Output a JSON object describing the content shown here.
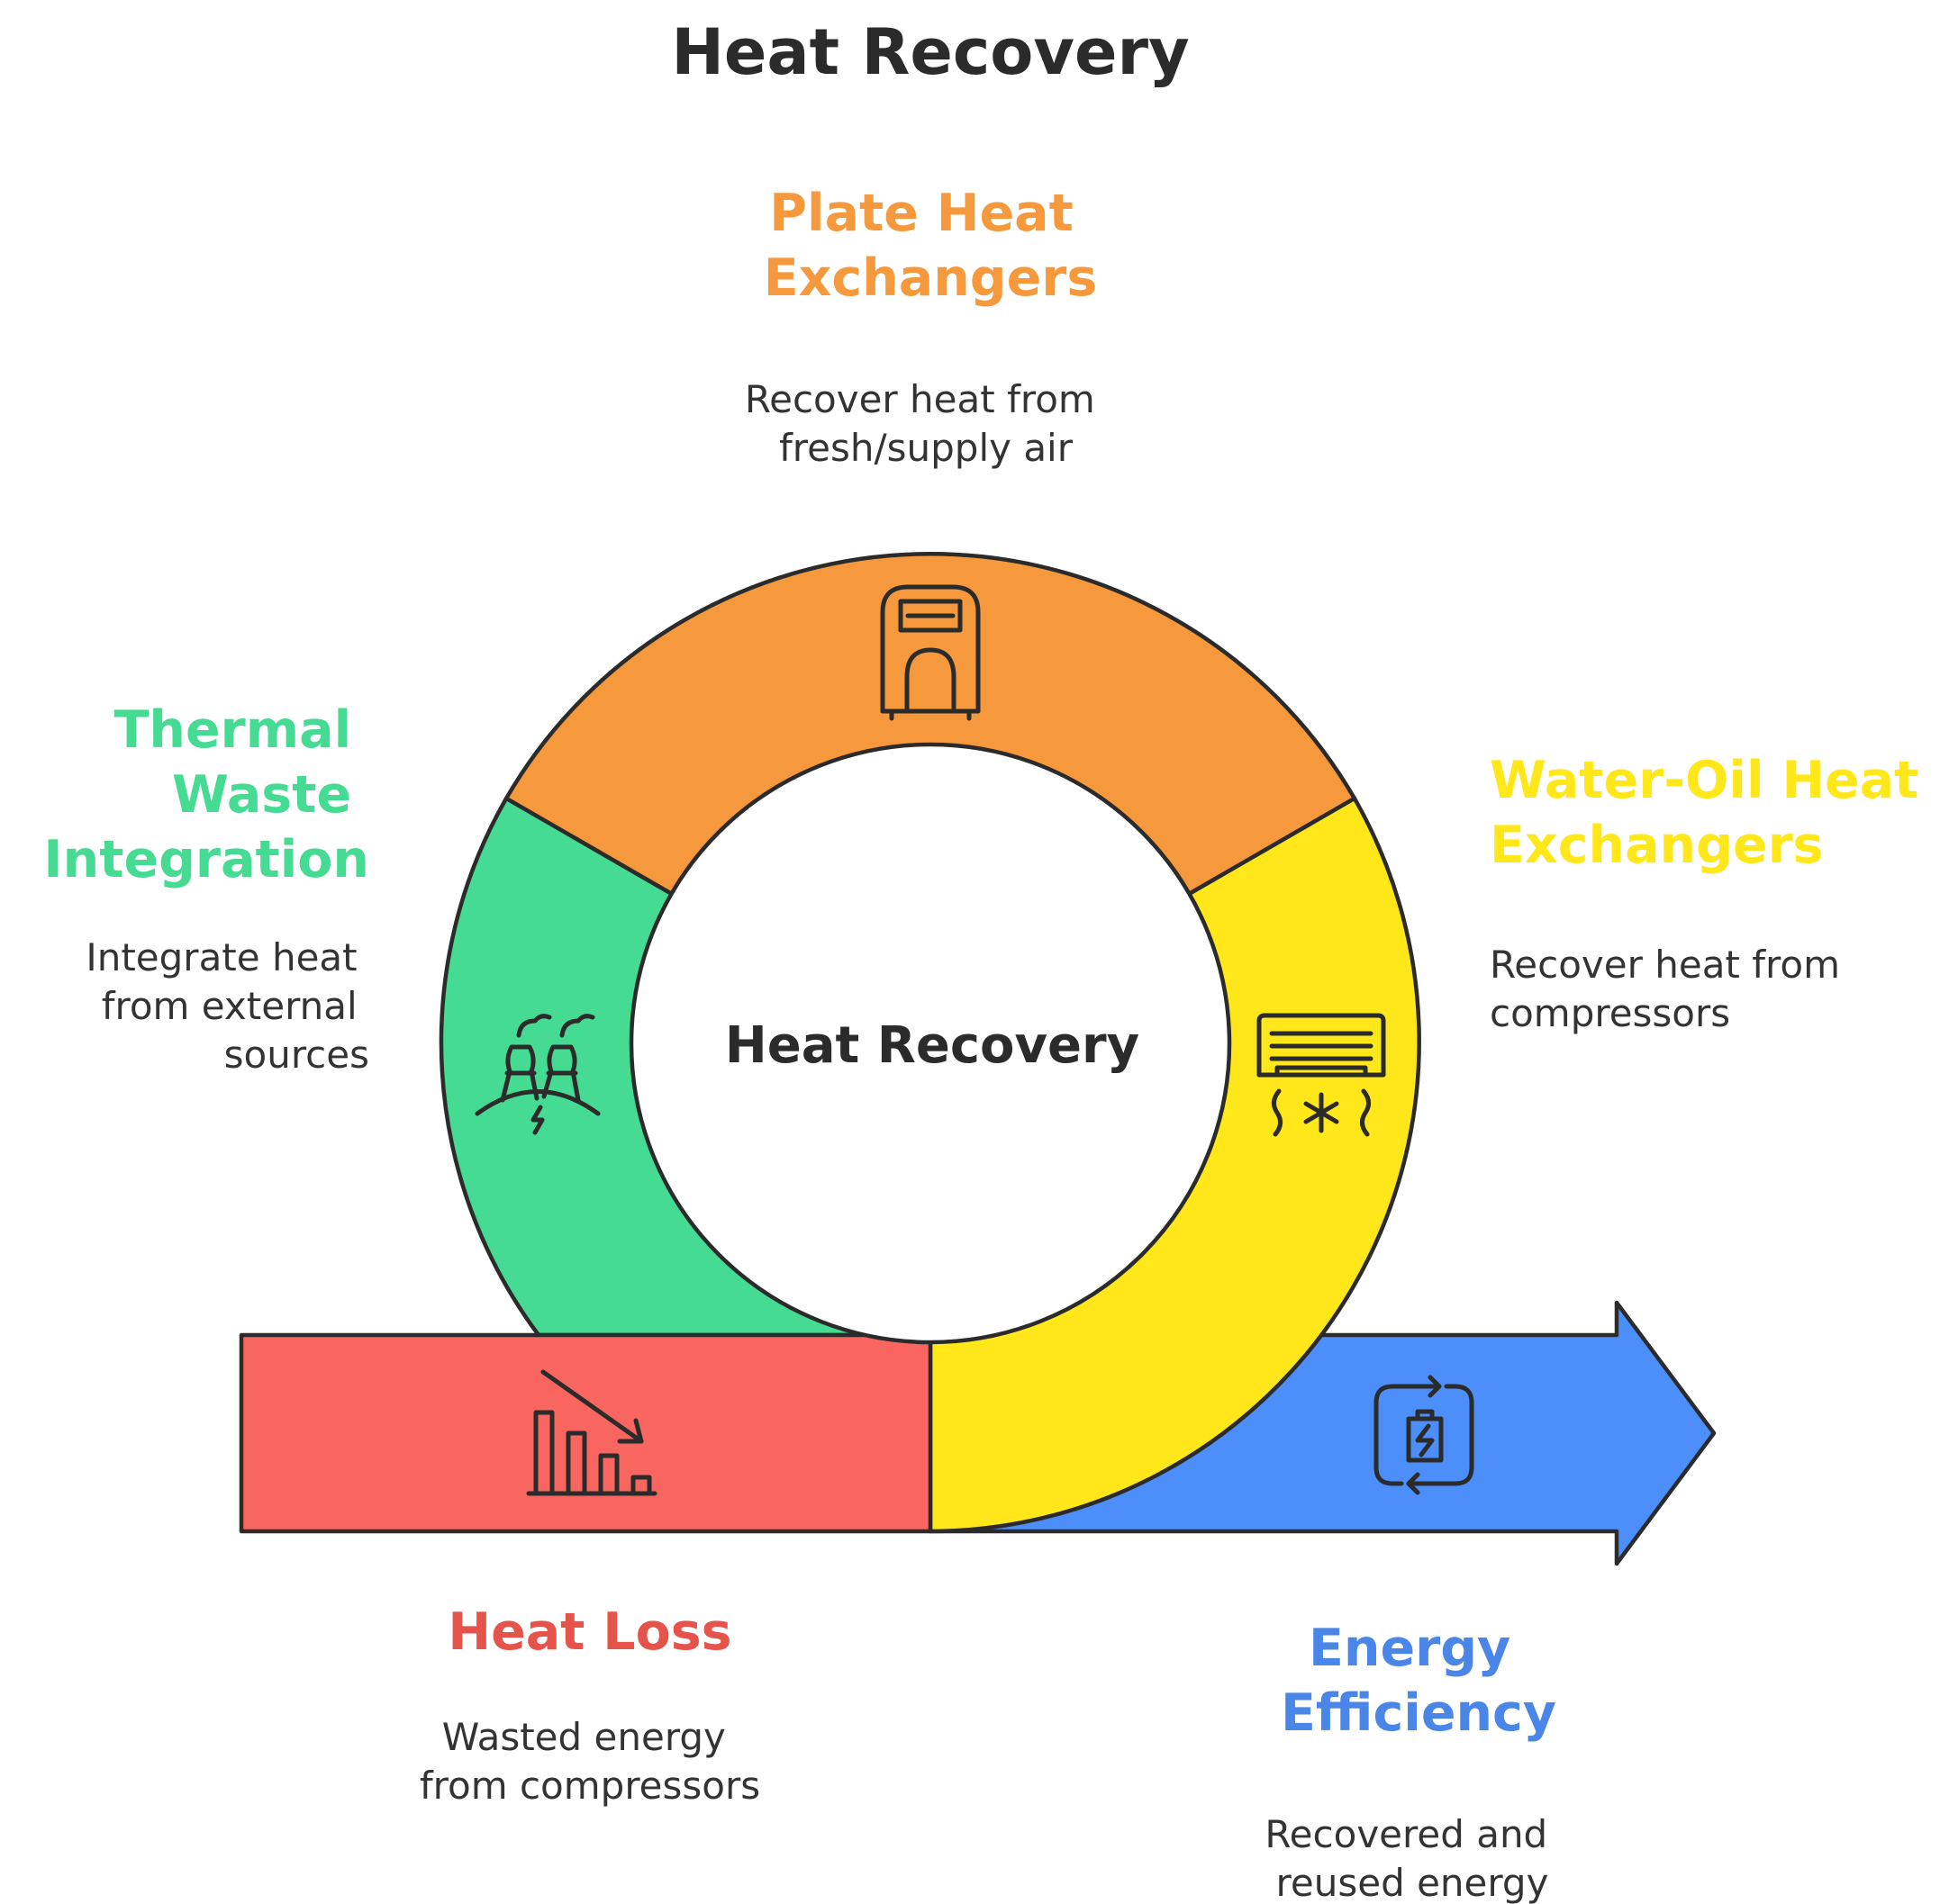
{
  "title": "Heat Recovery",
  "center_label": "Heat Recovery",
  "colors": {
    "plate": "#F6993C",
    "thermal": "#46DB93",
    "water_oil": "#FFE71A",
    "heat_loss": "#F9665F",
    "energy": "#4C8EFA",
    "heat_loss_text": "#E5534B",
    "energy_text": "#4A86E8",
    "outline": "#2b2b2b"
  },
  "segments": {
    "plate": {
      "heading": [
        "Plate Heat",
        "Exchangers"
      ],
      "description": [
        "Recover heat from",
        "fresh/supply air"
      ],
      "icon": "air-purifier-icon"
    },
    "thermal": {
      "heading": [
        "Thermal",
        "Waste",
        "Integration"
      ],
      "description": [
        "Integrate heat",
        "from external",
        "sources"
      ],
      "icon": "power-plant-icon"
    },
    "water_oil": {
      "heading": [
        "Water-Oil Heat",
        "Exchangers"
      ],
      "description": [
        "Recover heat from",
        "compressors"
      ],
      "icon": "air-conditioner-icon"
    },
    "heat_loss": {
      "heading": [
        "Heat Loss"
      ],
      "description": [
        "Wasted energy",
        "from compressors"
      ],
      "icon": "declining-bar-chart-icon"
    },
    "energy": {
      "heading": [
        "Energy",
        "Efficiency"
      ],
      "description": [
        "Recovered and",
        "reused energy"
      ],
      "icon": "battery-recycle-icon"
    }
  }
}
